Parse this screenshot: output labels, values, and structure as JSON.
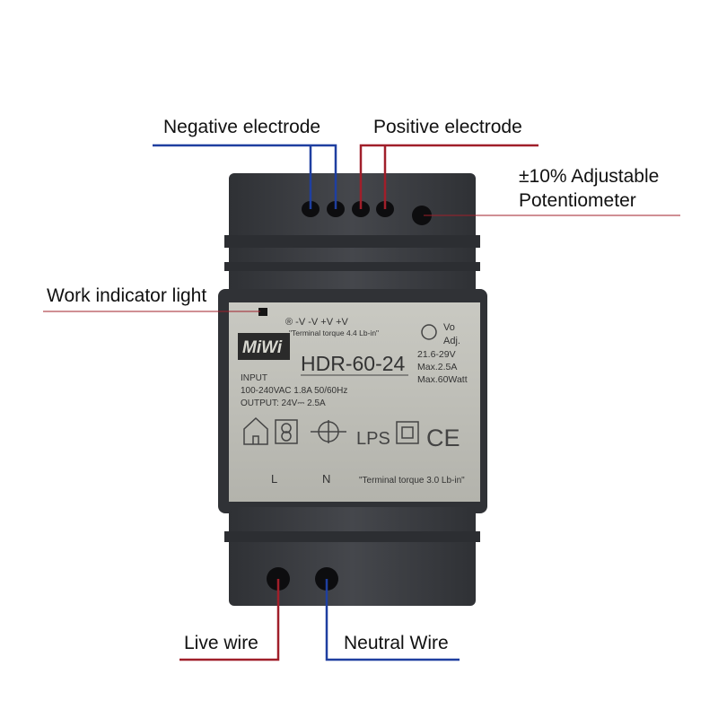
{
  "callouts": {
    "negative_electrode": "Negative electrode",
    "positive_electrode": "Positive electrode",
    "potentiometer_line1": "±10% Adjustable",
    "potentiometer_line2": "Potentiometer",
    "work_indicator": "Work indicator light",
    "live_wire": "Live wire",
    "neutral_wire": "Neutral Wire"
  },
  "label": {
    "brand": "MiWi",
    "model": "HDR-60-24",
    "terminals_top": "® -V  -V  +V  +V",
    "torque_top": "\"Terminal torque 4.4 Lb-in\"",
    "vo": "Vo",
    "adj": "Adj.",
    "vrange": "21.6-29V",
    "max_current": "Max.2.5A",
    "max_watt": "Max.60Watt",
    "input_title": "INPUT",
    "input_spec": "100-240VAC  1.8A  50/60Hz",
    "output_spec": "OUTPUT:  24V⎓ 2.5A",
    "lps": "LPS",
    "ce": "CE",
    "terminal_l": "L",
    "terminal_n": "N",
    "torque_bottom": "\"Terminal torque 3.0 Lb-in\""
  },
  "colors": {
    "negative_line": "#1f3fa0",
    "positive_line": "#a01f2a",
    "device_body": "#3b3d42",
    "label_plate": "#bdbdb6"
  }
}
